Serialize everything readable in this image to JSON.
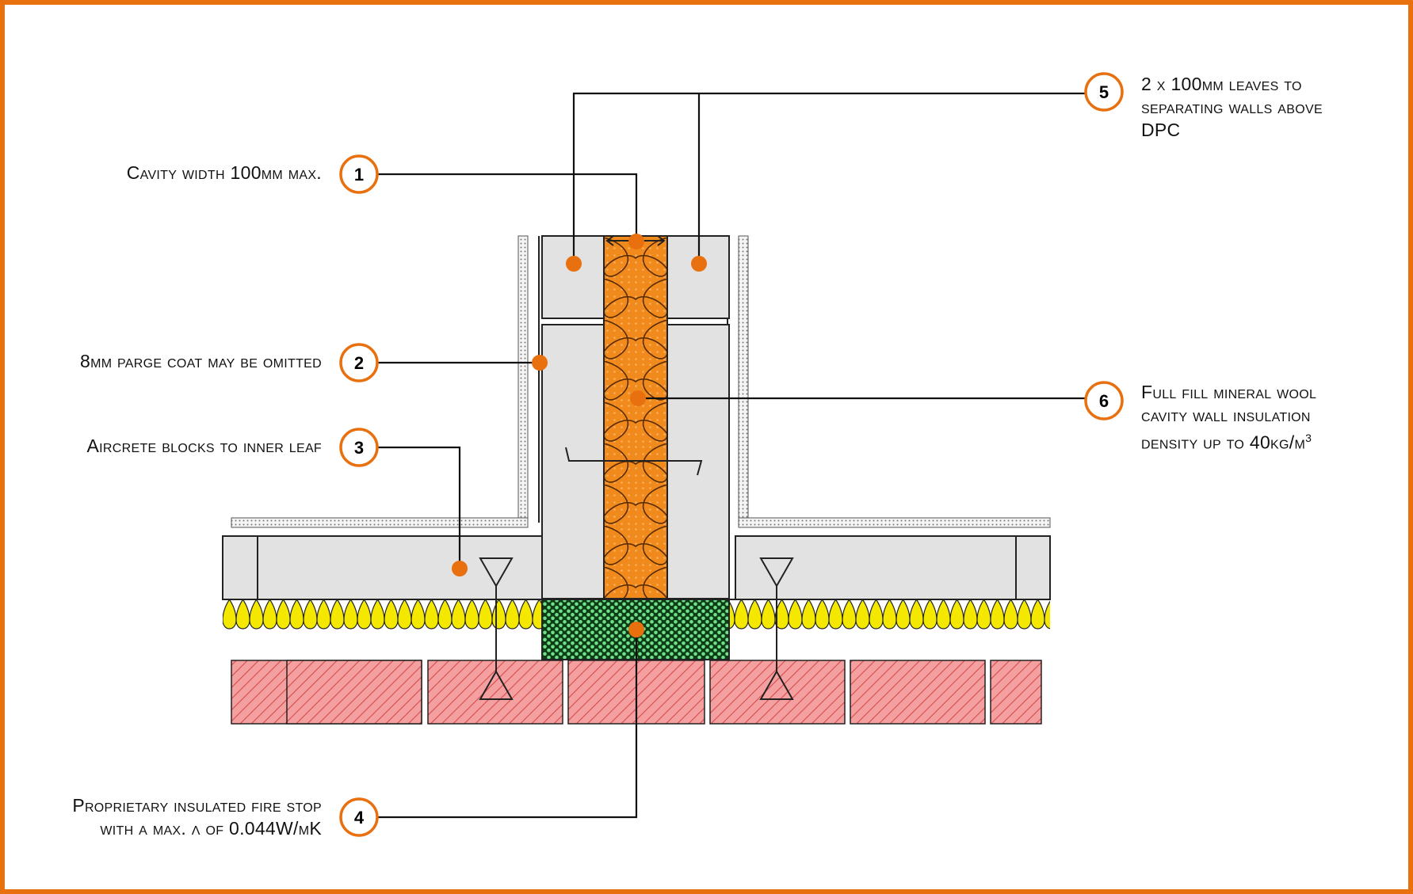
{
  "callouts": [
    {
      "num": "1",
      "text": "Cavity width 100mm max."
    },
    {
      "num": "2",
      "text": "8mm parge coat may be omitted"
    },
    {
      "num": "3",
      "text": "Aircrete blocks to inner leaf"
    },
    {
      "num": "4",
      "line1": "Proprietary insulated fire stop",
      "line2": "with a max. λ of 0.044W/mK"
    },
    {
      "num": "5",
      "line1": "2 x 100mm leaves to",
      "line2": "separating walls above",
      "line3": "DPC"
    },
    {
      "num": "6",
      "line1": "Full fill mineral wool",
      "line2": "cavity wall insulation",
      "line3": "density up to 40kg/m",
      "sup": "3"
    }
  ],
  "colors": {
    "frame": "#e8700f",
    "callout_ring": "#e8700f",
    "marker": "#e8700f",
    "mineral_wool": "#f08a1c",
    "block": "#e2e2e2",
    "rigid_insulation": "#f5e800",
    "fire_stop": "#6fe08a",
    "brick": "#f08080"
  }
}
